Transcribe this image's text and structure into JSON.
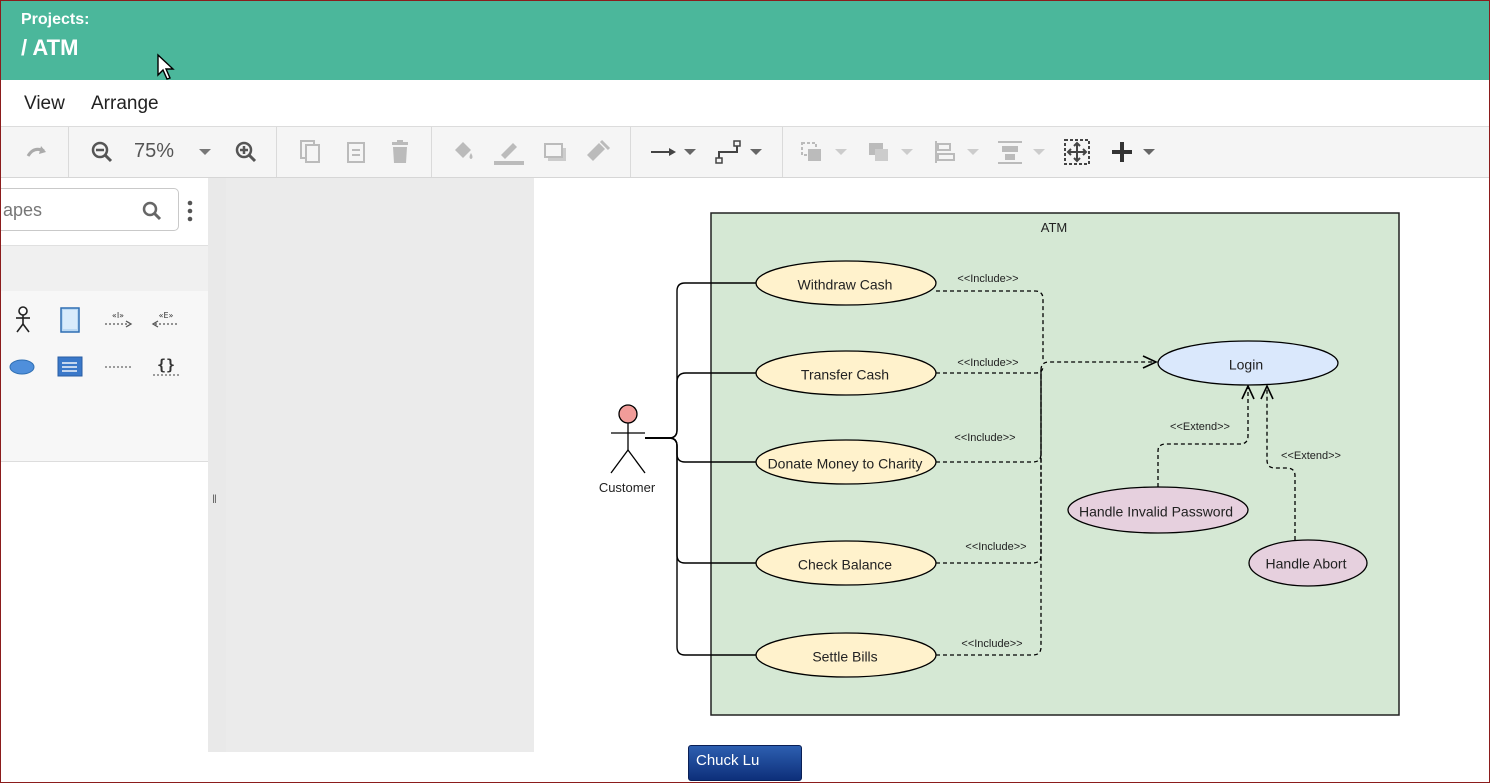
{
  "header": {
    "label": "Projects:",
    "title": "/ ATM"
  },
  "menu": {
    "items": [
      "View",
      "Arrange"
    ]
  },
  "toolbar": {
    "zoom": "75%"
  },
  "sidebar": {
    "search_placeholder": "apes"
  },
  "diagram": {
    "system_label": "ATM",
    "actor": "Customer",
    "use_cases": [
      "Withdraw Cash",
      "Transfer Cash",
      "Donate Money to Charity",
      "Check Balance",
      "Settle Bills"
    ],
    "login": "Login",
    "extensions": [
      "Handle Invalid Password",
      "Handle Abort"
    ],
    "include_label": "<<Include>>",
    "extend_label": "<<Extend>>",
    "colors": {
      "system_fill": "#d5e8d4",
      "use_case_fill": "#fff2cc",
      "login_fill": "#dae8fc",
      "extend_fill": "#e6d0de",
      "actor_head": "#f19c99"
    }
  },
  "footer": {
    "user": "Chuck Lu"
  }
}
